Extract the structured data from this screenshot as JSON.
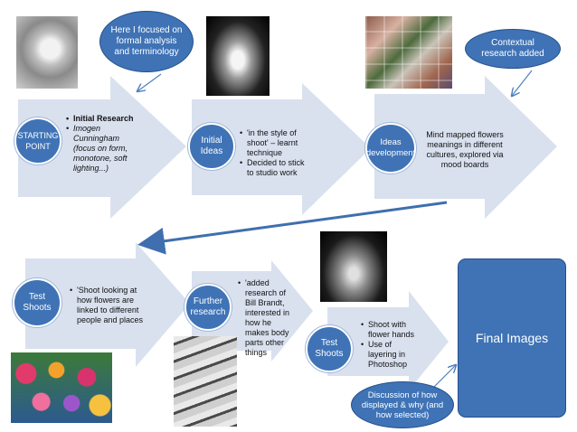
{
  "colors": {
    "arrow_fill": "#d9e1ef",
    "node_blue": "#3f73b6",
    "connector": "#3f6fae"
  },
  "row1": {
    "starting_point": {
      "label": "STARTING POINT",
      "bullets": [
        "Initial Research",
        "Imogen Cunningham (focus on form, monotone, soft lighting...)"
      ]
    },
    "initial_ideas": {
      "label": "Initial Ideas",
      "bullets": [
        "'in the style of shoot' – learnt technique",
        "Decided to stick to studio work"
      ]
    },
    "ideas_development": {
      "label": "Ideas development",
      "text": "Mind mapped flowers meanings in different cultures, explored via mood boards"
    }
  },
  "callouts": {
    "formal": "Here I focused on formal analysis and terminology",
    "contextual": "Contextual research added",
    "discussion": "Discussion of how displayed & why (and how selected)"
  },
  "row2": {
    "test_shoots_1": {
      "label": "Test Shoots",
      "bullets": [
        "'Shoot looking at how flowers are linked to different people and places"
      ]
    },
    "further_research": {
      "label": "Further research",
      "bullets": [
        "'added research of Bill Brandt, interested in how he makes body parts other things"
      ]
    },
    "test_shoots_2": {
      "label": "Test Shoots",
      "bullets": [
        "Shoot with flower hands",
        "Use of layering in Photoshop"
      ]
    }
  },
  "final": {
    "label": "Final Images"
  },
  "images": [
    "flower-closeup-photo",
    "lily-bw-photo",
    "mood-board-collage",
    "bw-flower-hands-photo",
    "colorful-flower-stall-photo",
    "bw-hands-photo"
  ]
}
